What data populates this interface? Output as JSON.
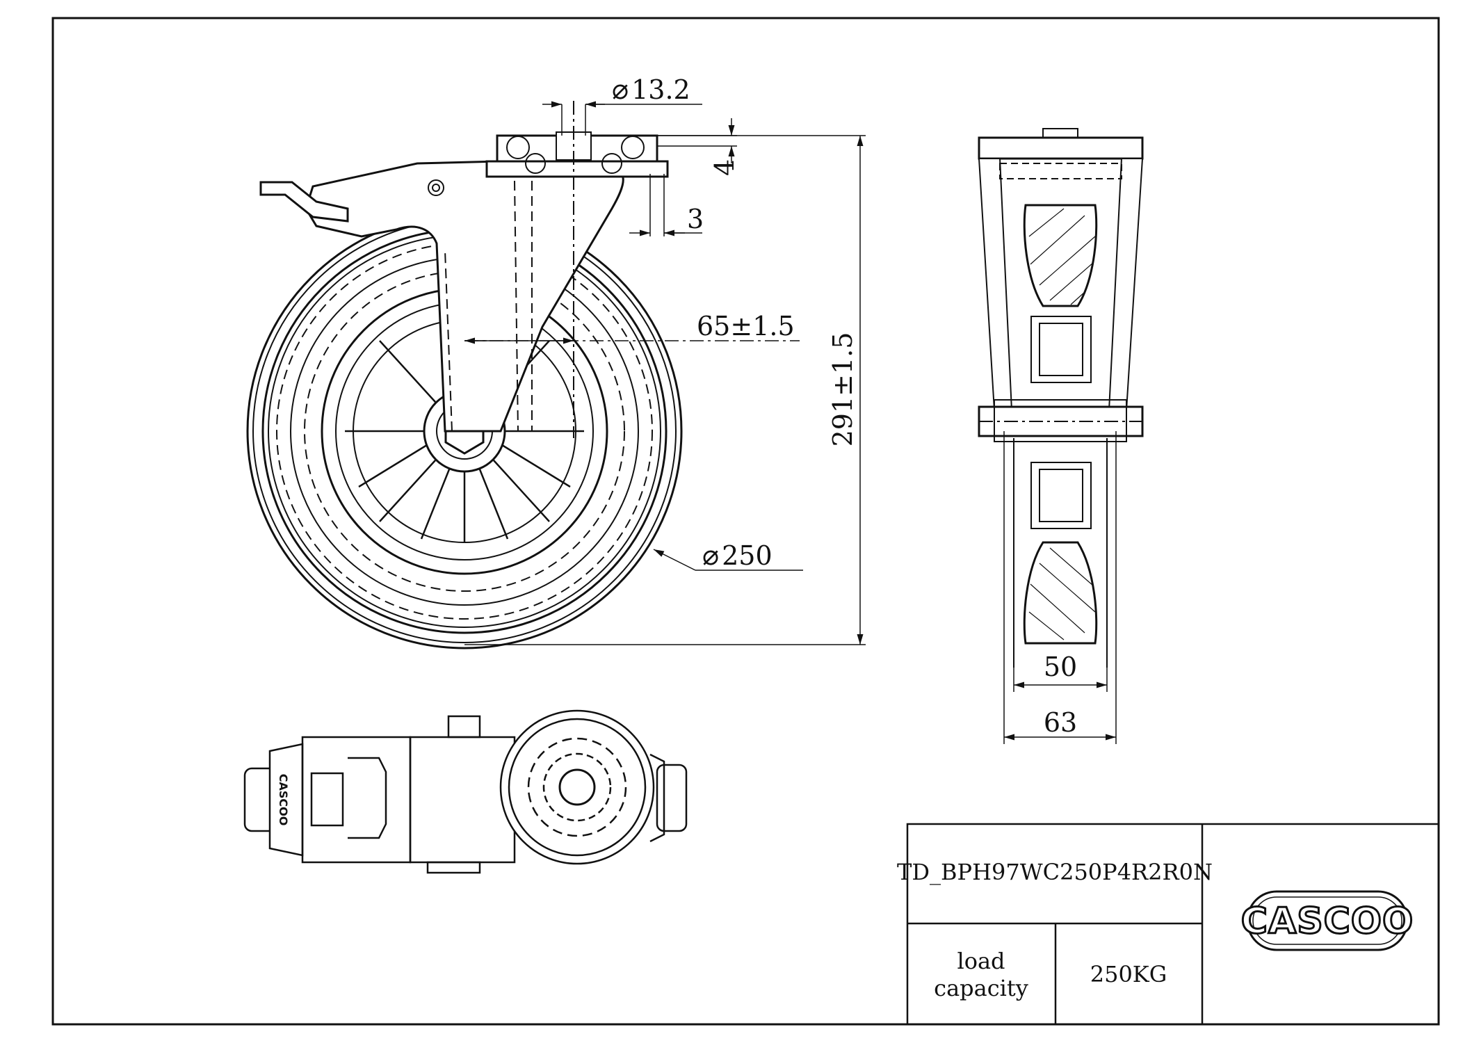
{
  "drawing": {
    "part_number": "TD_BPH97WC250P4R2R0N",
    "load_capacity_label_line1": "load",
    "load_capacity_label_line2": "capacity",
    "load_capacity_value": "250KG",
    "logo_text": "CASCOO",
    "dimensions": {
      "bolt_hole": "13.2",
      "plate_thickness": "4",
      "offset_small": "3",
      "swivel_offset": "65±1.5",
      "overall_height": "291±1.5",
      "wheel_diameter": "250",
      "tread_width": "50",
      "overall_width": "63"
    },
    "stamp_text": "CASCOO"
  }
}
